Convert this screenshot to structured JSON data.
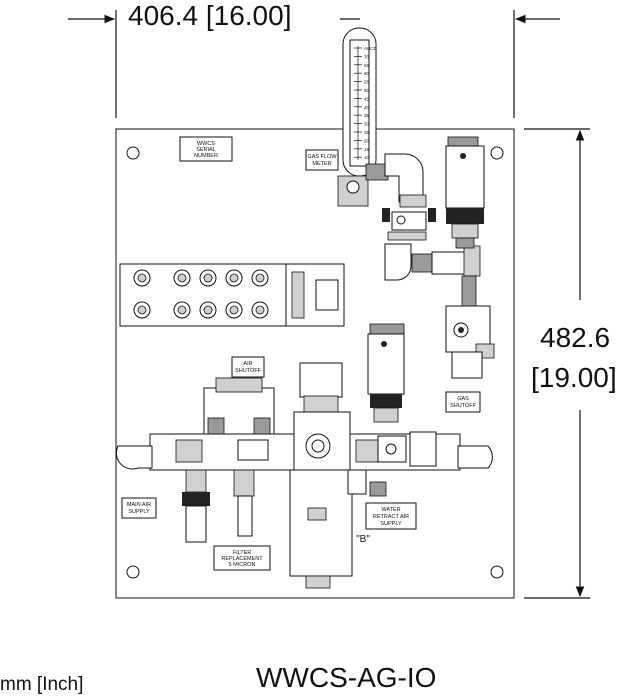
{
  "dimensions": {
    "width": "406.4 [16.00]",
    "height_mm": "482.6",
    "height_in": "[19.00]"
  },
  "units_note": "mm [Inch]",
  "model": "WWCS-AG-IO",
  "labels": {
    "serial": [
      "WWCS",
      "SERIAL",
      "NUMBER"
    ],
    "gas_flow": [
      "GAS FLOW",
      "METER"
    ],
    "air_shutoff": [
      "AIR",
      "SHUTOFF"
    ],
    "gas_shutoff": [
      "GAS",
      "SHUTOFF"
    ],
    "main_air": [
      "MAIN AIR",
      "SUPPLY"
    ],
    "water": [
      "WATER",
      "RETRACT AIR",
      "SUPPLY"
    ],
    "filter": [
      "FILTER",
      "REPLACEMENT",
      "5 MICRON"
    ],
    "view_b": "\"B\""
  },
  "flow_meter_scale": [
    "AUCD",
    "70",
    "65",
    "60",
    "55",
    "50",
    "45",
    "40",
    "35",
    "30",
    "25",
    "20",
    "15",
    "10"
  ]
}
